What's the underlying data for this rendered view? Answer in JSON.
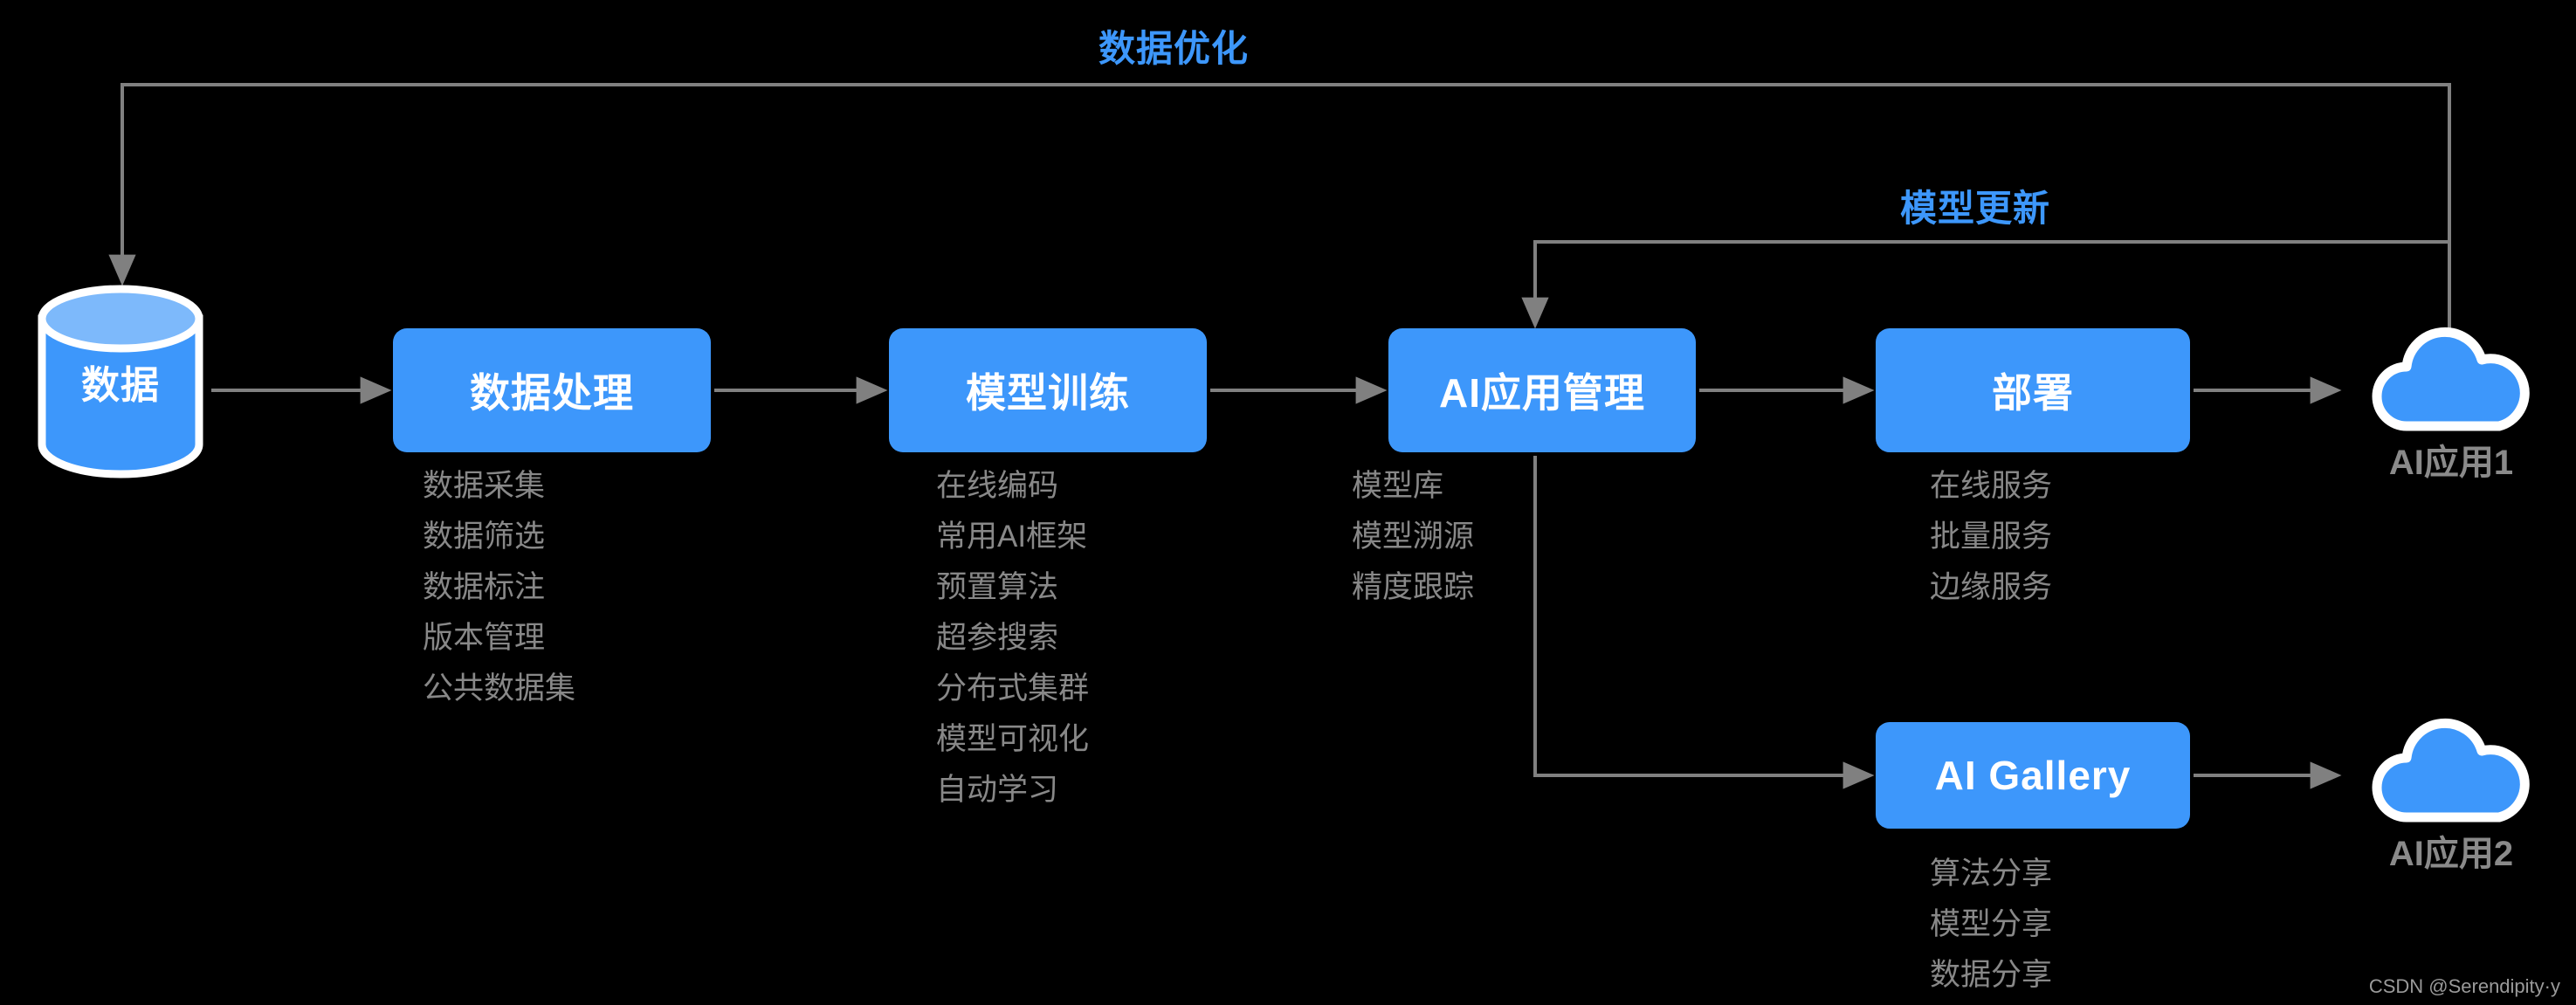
{
  "diagram": {
    "background_color": "#000000",
    "accent_color": "#3d97fb",
    "connector_color": "#808080",
    "sub_text_color": "#888888",
    "loops": [
      {
        "id": "data-optimization",
        "label": "数据优化"
      },
      {
        "id": "model-update",
        "label": "模型更新"
      }
    ],
    "source": {
      "name": "data-store",
      "label": "数据",
      "shape": "cylinder"
    },
    "stages": [
      {
        "id": "data-processing",
        "title": "数据处理",
        "items": [
          "数据采集",
          "数据筛选",
          "数据标注",
          "版本管理",
          "公共数据集"
        ]
      },
      {
        "id": "model-training",
        "title": "模型训练",
        "items": [
          "在线编码",
          "常用AI框架",
          "预置算法",
          "超参搜索",
          "分布式集群",
          "模型可视化",
          "自动学习"
        ]
      },
      {
        "id": "ai-app-management",
        "title": "AI应用管理",
        "items": [
          "模型库",
          "模型溯源",
          "精度跟踪"
        ]
      },
      {
        "id": "deployment",
        "title": "部署",
        "items": [
          "在线服务",
          "批量服务",
          "边缘服务"
        ]
      },
      {
        "id": "ai-gallery",
        "title": "AI Gallery",
        "items": [
          "算法分享",
          "模型分享",
          "数据分享"
        ]
      }
    ],
    "outputs": [
      {
        "id": "ai-app-1",
        "label": "AI应用1",
        "shape": "cloud"
      },
      {
        "id": "ai-app-2",
        "label": "AI应用2",
        "shape": "cloud"
      }
    ],
    "watermark": "CSDN @Serendipity·y"
  }
}
